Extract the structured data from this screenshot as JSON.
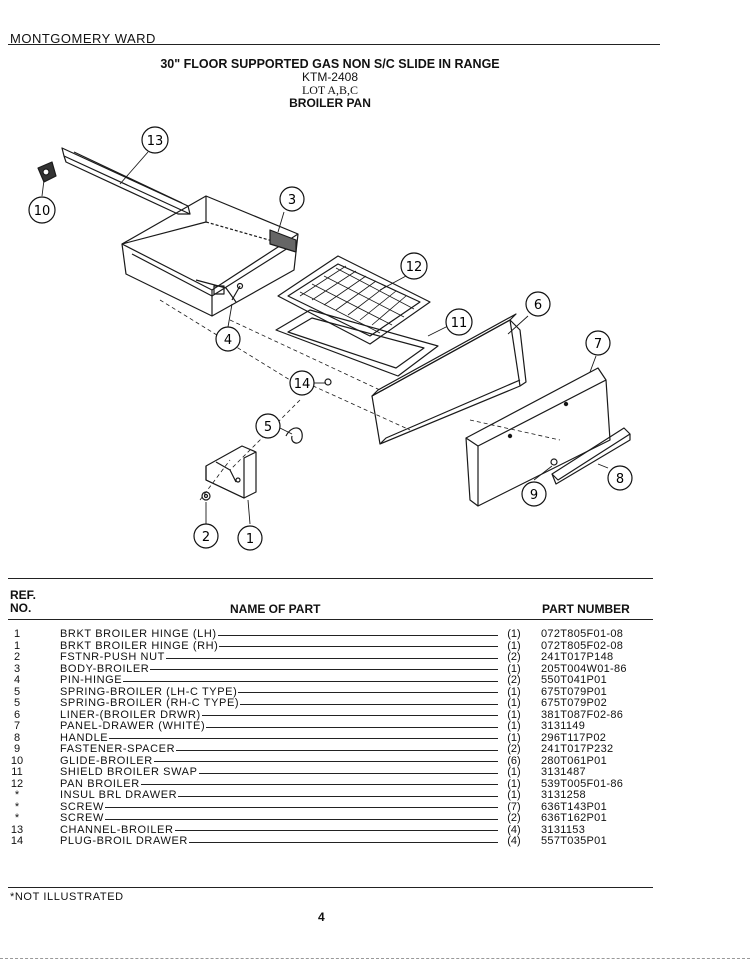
{
  "header": {
    "brand": "MONTGOMERY WARD",
    "title": "30\" FLOOR SUPPORTED GAS NON S/C SLIDE IN RANGE",
    "model": "KTM-2408",
    "lot": "LOT A,B,C",
    "section": "BROILER PAN"
  },
  "diagram": {
    "callouts": [
      "13",
      "10",
      "3",
      "12",
      "4",
      "11",
      "6",
      "7",
      "14",
      "5",
      "8",
      "9",
      "2",
      "1"
    ]
  },
  "table": {
    "col_ref_line1": "REF.",
    "col_ref_line2": "NO.",
    "col_name": "NAME OF PART",
    "col_part": "PART NUMBER",
    "rows": [
      {
        "ref": "1",
        "name": "BRKT BROILER HINGE (LH)",
        "qty": "(1)",
        "pn": "072T805F01-08"
      },
      {
        "ref": "1",
        "name": "BRKT BROILER HINGE (RH)",
        "qty": "(1)",
        "pn": "072T805F02-08"
      },
      {
        "ref": "2",
        "name": "FSTNR-PUSH NUT",
        "qty": "(2)",
        "pn": "241T017P148"
      },
      {
        "ref": "3",
        "name": "BODY-BROILER",
        "qty": "(1)",
        "pn": "205T004W01-86"
      },
      {
        "ref": "4",
        "name": "PIN-HINGE",
        "qty": "(2)",
        "pn": "550T041P01"
      },
      {
        "ref": "5",
        "name": "SPRING-BROILER (LH-C TYPE)",
        "qty": "(1)",
        "pn": "675T079P01"
      },
      {
        "ref": "5",
        "name": "SPRING-BROILER (RH-C TYPE)",
        "qty": "(1)",
        "pn": "675T079P02"
      },
      {
        "ref": "6",
        "name": "LINER-(BROILER DRWR)",
        "qty": "(1)",
        "pn": "381T087F02-86"
      },
      {
        "ref": "7",
        "name": "PANEL-DRAWER (WHITE)",
        "qty": "(1)",
        "pn": "3131149"
      },
      {
        "ref": "8",
        "name": "HANDLE",
        "qty": "(1)",
        "pn": "296T117P02"
      },
      {
        "ref": "9",
        "name": "FASTENER-SPACER",
        "qty": "(2)",
        "pn": "241T017P232"
      },
      {
        "ref": "10",
        "name": "GLIDE-BROILER",
        "qty": "(6)",
        "pn": "280T061P01"
      },
      {
        "ref": "11",
        "name": "SHIELD BROILER SWAP",
        "qty": "(1)",
        "pn": "3131487"
      },
      {
        "ref": "12",
        "name": "PAN BROILER",
        "qty": "(1)",
        "pn": "539T005F01-86"
      },
      {
        "ref": "*",
        "name": "INSUL BRL DRAWER",
        "qty": "(1)",
        "pn": "3131258"
      },
      {
        "ref": "*",
        "name": "SCREW",
        "qty": "(7)",
        "pn": "636T143P01"
      },
      {
        "ref": "*",
        "name": "SCREW",
        "qty": "(2)",
        "pn": "636T162P01"
      },
      {
        "ref": "13",
        "name": "CHANNEL-BROILER",
        "qty": "(4)",
        "pn": "3131153"
      },
      {
        "ref": "14",
        "name": "PLUG-BROIL DRAWER",
        "qty": "(4)",
        "pn": "557T035P01"
      }
    ]
  },
  "footer": {
    "footnote": "*NOT ILLUSTRATED",
    "page": "4"
  }
}
